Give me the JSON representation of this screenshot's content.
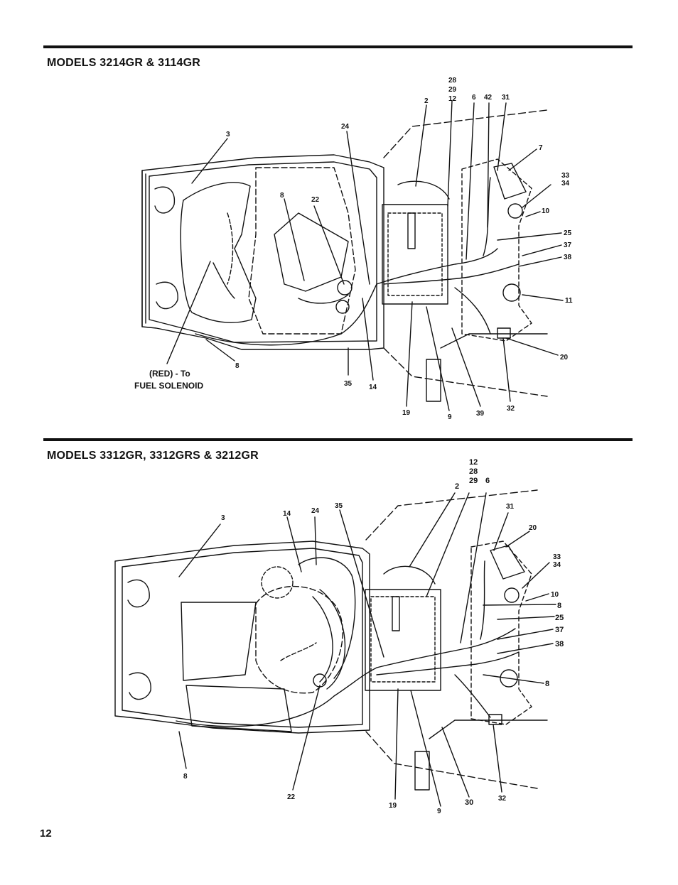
{
  "sections": [
    {
      "title": "MODELS 3214GR & 3114GR",
      "note_line1": "(RED) - To",
      "note_line2": "FUEL SOLENOID",
      "callouts": [
        "28",
        "29",
        "12",
        "2",
        "6",
        "42",
        "31",
        "24",
        "3",
        "7",
        "33",
        "34",
        "10",
        "8",
        "22",
        "25",
        "37",
        "38",
        "11",
        "20",
        "8",
        "35",
        "14",
        "19",
        "9",
        "39",
        "32"
      ]
    },
    {
      "title": "MODELS 3312GR, 3312GRS & 3212GR",
      "callouts": [
        "12",
        "28",
        "2",
        "29",
        "6",
        "31",
        "20",
        "14",
        "24",
        "35",
        "3",
        "33",
        "34",
        "10",
        "8",
        "25",
        "37",
        "38",
        "8",
        "8",
        "22",
        "19",
        "9",
        "30",
        "32"
      ]
    }
  ],
  "page_number": "12"
}
